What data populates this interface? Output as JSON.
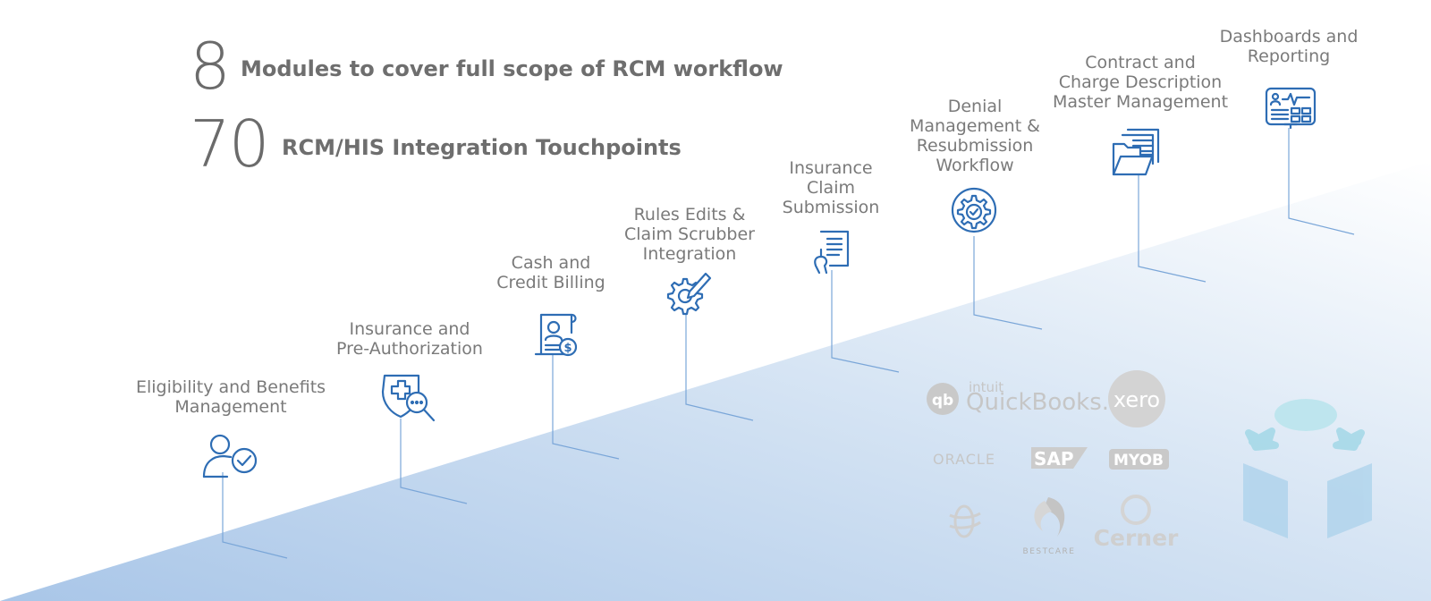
{
  "stats": [
    {
      "number": "8",
      "text": "Modules to cover full scope of RCM workflow"
    },
    {
      "number": "70",
      "text": "RCM/HIS Integration Touchpoints"
    }
  ],
  "modules": [
    {
      "label": "Eligibility and Benefits\nManagement",
      "icon": "user-check-icon"
    },
    {
      "label": "Insurance and\nPre-Authorization",
      "icon": "shield-search-icon"
    },
    {
      "label": "Cash and\nCredit Billing",
      "icon": "bill-dollar-icon"
    },
    {
      "label": "Rules Edits &\nClaim Scrubber\nIntegration",
      "icon": "gear-pencil-icon"
    },
    {
      "label": "Insurance\nClaim\nSubmission",
      "icon": "hand-document-icon"
    },
    {
      "label": "Denial\nManagement &\nResubmission\nWorkflow",
      "icon": "gear-check-icon"
    },
    {
      "label": "Contract and\nCharge Description\nMaster Management",
      "icon": "folder-documents-icon"
    },
    {
      "label": "Dashboards and\nReporting",
      "icon": "dashboard-monitor-icon"
    }
  ],
  "partner_logos": {
    "quickbooks_intuit": "intuit",
    "quickbooks": "QuickBooks.",
    "xero": "xero",
    "oracle": "ORACLE",
    "sap": "SAP",
    "myob": "MYOB",
    "bestcare": "BESTCARE",
    "cerner": "Cerner"
  },
  "colors": {
    "icon": "#2e6db4",
    "connector": "#7aa6d8",
    "ramp": "#c5d9ef",
    "text": "#7a7a7a",
    "logo": "#c6c6c6",
    "flow_ellipse": "#b6e4ec",
    "flow_panel": "#aed3ec"
  }
}
